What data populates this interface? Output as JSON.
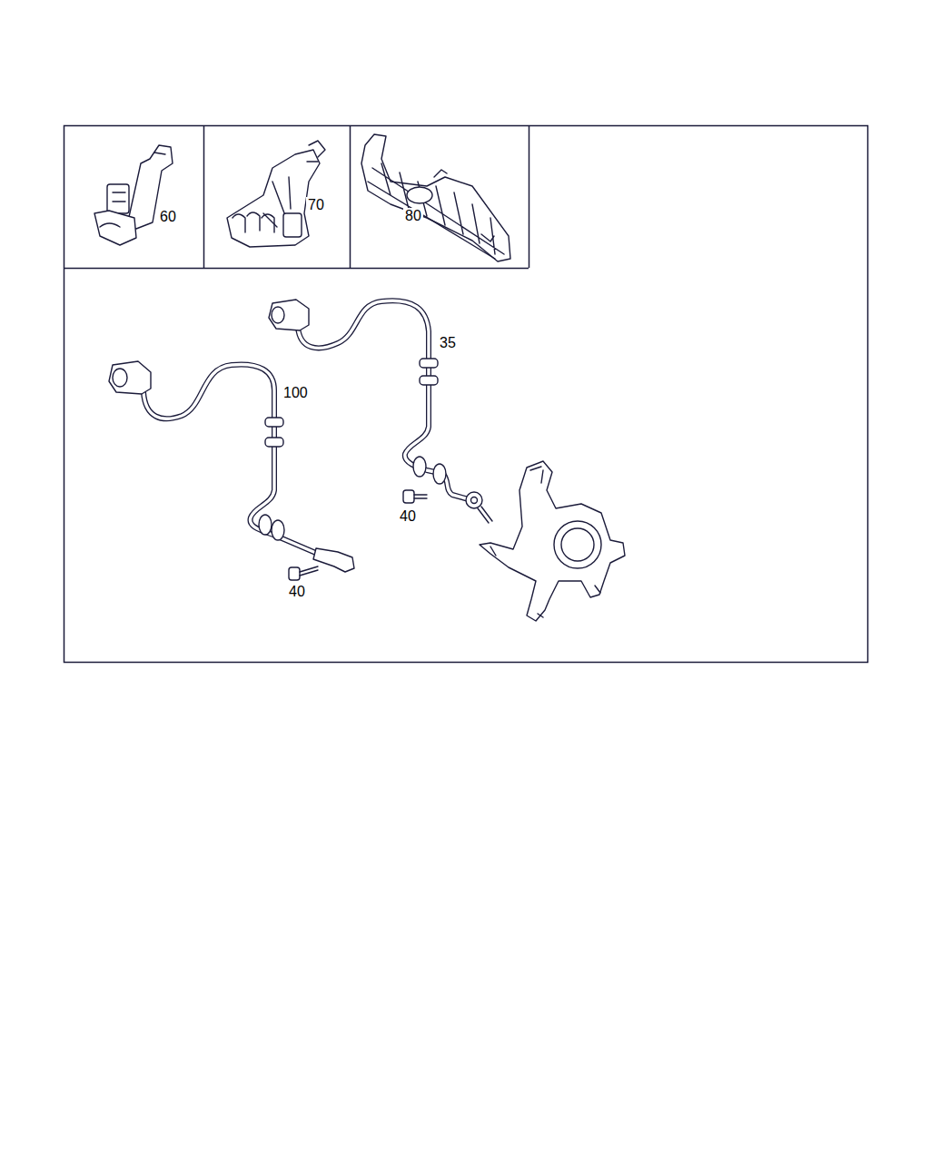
{
  "diagram": {
    "labels": [
      "60",
      "70",
      "80",
      "35",
      "100",
      "40",
      "40"
    ]
  }
}
